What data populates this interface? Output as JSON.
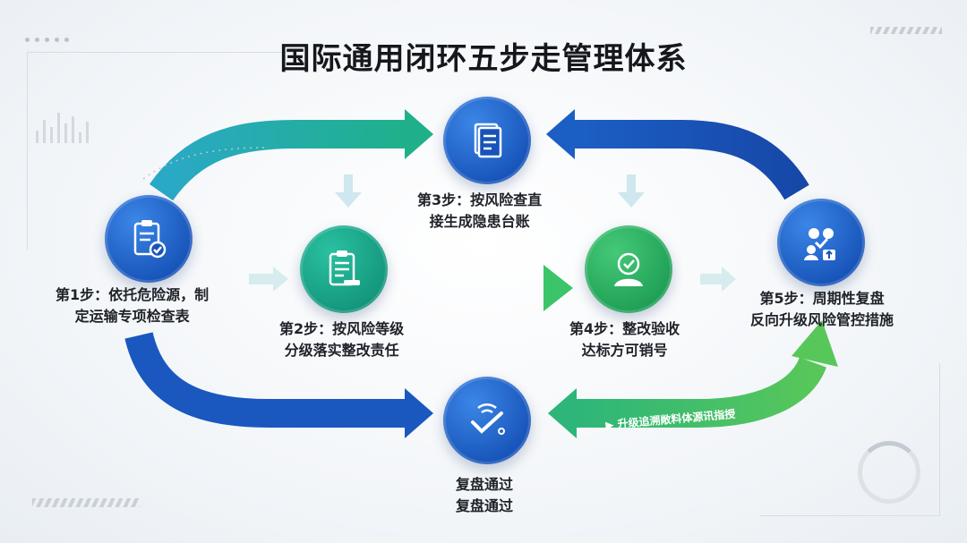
{
  "title": "国际通用闭环五步走管理体系",
  "steps": [
    {
      "line1": "第1步：依托危险源，制",
      "line2": "定运输专项检查表",
      "icon": "clipboard-check-icon"
    },
    {
      "line1": "第2步：按风险等级",
      "line2": "分级落实整改责任",
      "icon": "clipboard-list-icon"
    },
    {
      "line1": "第3步：按风险查直",
      "line2": "接生成隐患台账",
      "icon": "document-ledger-icon"
    },
    {
      "line1": "第4步：整改验收",
      "line2": "达标方可销号",
      "icon": "user-check-icon"
    },
    {
      "line1": "第5步：周期性复盘",
      "line2": "反向升级风险管控措施",
      "icon": "team-upgrade-icon"
    },
    {
      "line1": "复盘通过",
      "line2": "复盘通过",
      "icon": "signal-check-icon"
    }
  ],
  "ribbon_label": "▶  升级追溯敞料体源讯指授",
  "colors": {
    "blue": "#1753b8",
    "teal": "#13957c",
    "green": "#1f9f55"
  }
}
